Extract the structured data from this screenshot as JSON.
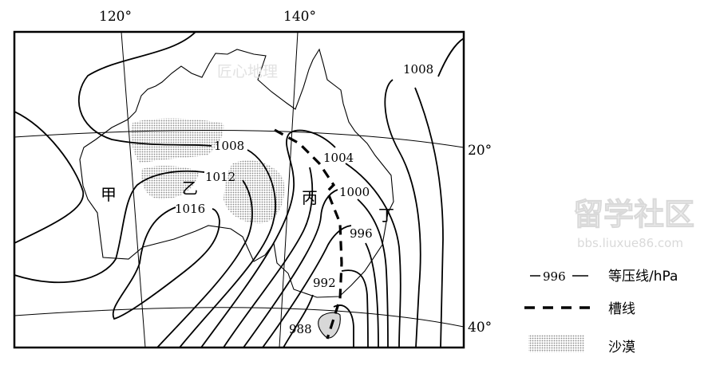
{
  "map": {
    "longitude_labels": [
      "120°",
      "140°"
    ],
    "latitude_labels": [
      "20°",
      "40°"
    ],
    "isobar_labels": [
      "1008",
      "1008",
      "1004",
      "1012",
      "1000",
      "1016",
      "996",
      "992",
      "988"
    ],
    "region_labels": {
      "jia": "甲",
      "yi": "乙",
      "bing": "丙",
      "ding": "丁"
    },
    "watermark": "匠心地理"
  },
  "legend": {
    "isobar_sample": "996",
    "isobar_label": "等压线/hPa",
    "trough_label": "槽线",
    "desert_label": "沙漠"
  },
  "site_watermark": {
    "logo": "留学社区",
    "url": "bbs.liuxue86.com"
  },
  "colors": {
    "ink": "#000000",
    "desert": "#9a9a9a",
    "tasmania": "#d8d8d8"
  }
}
